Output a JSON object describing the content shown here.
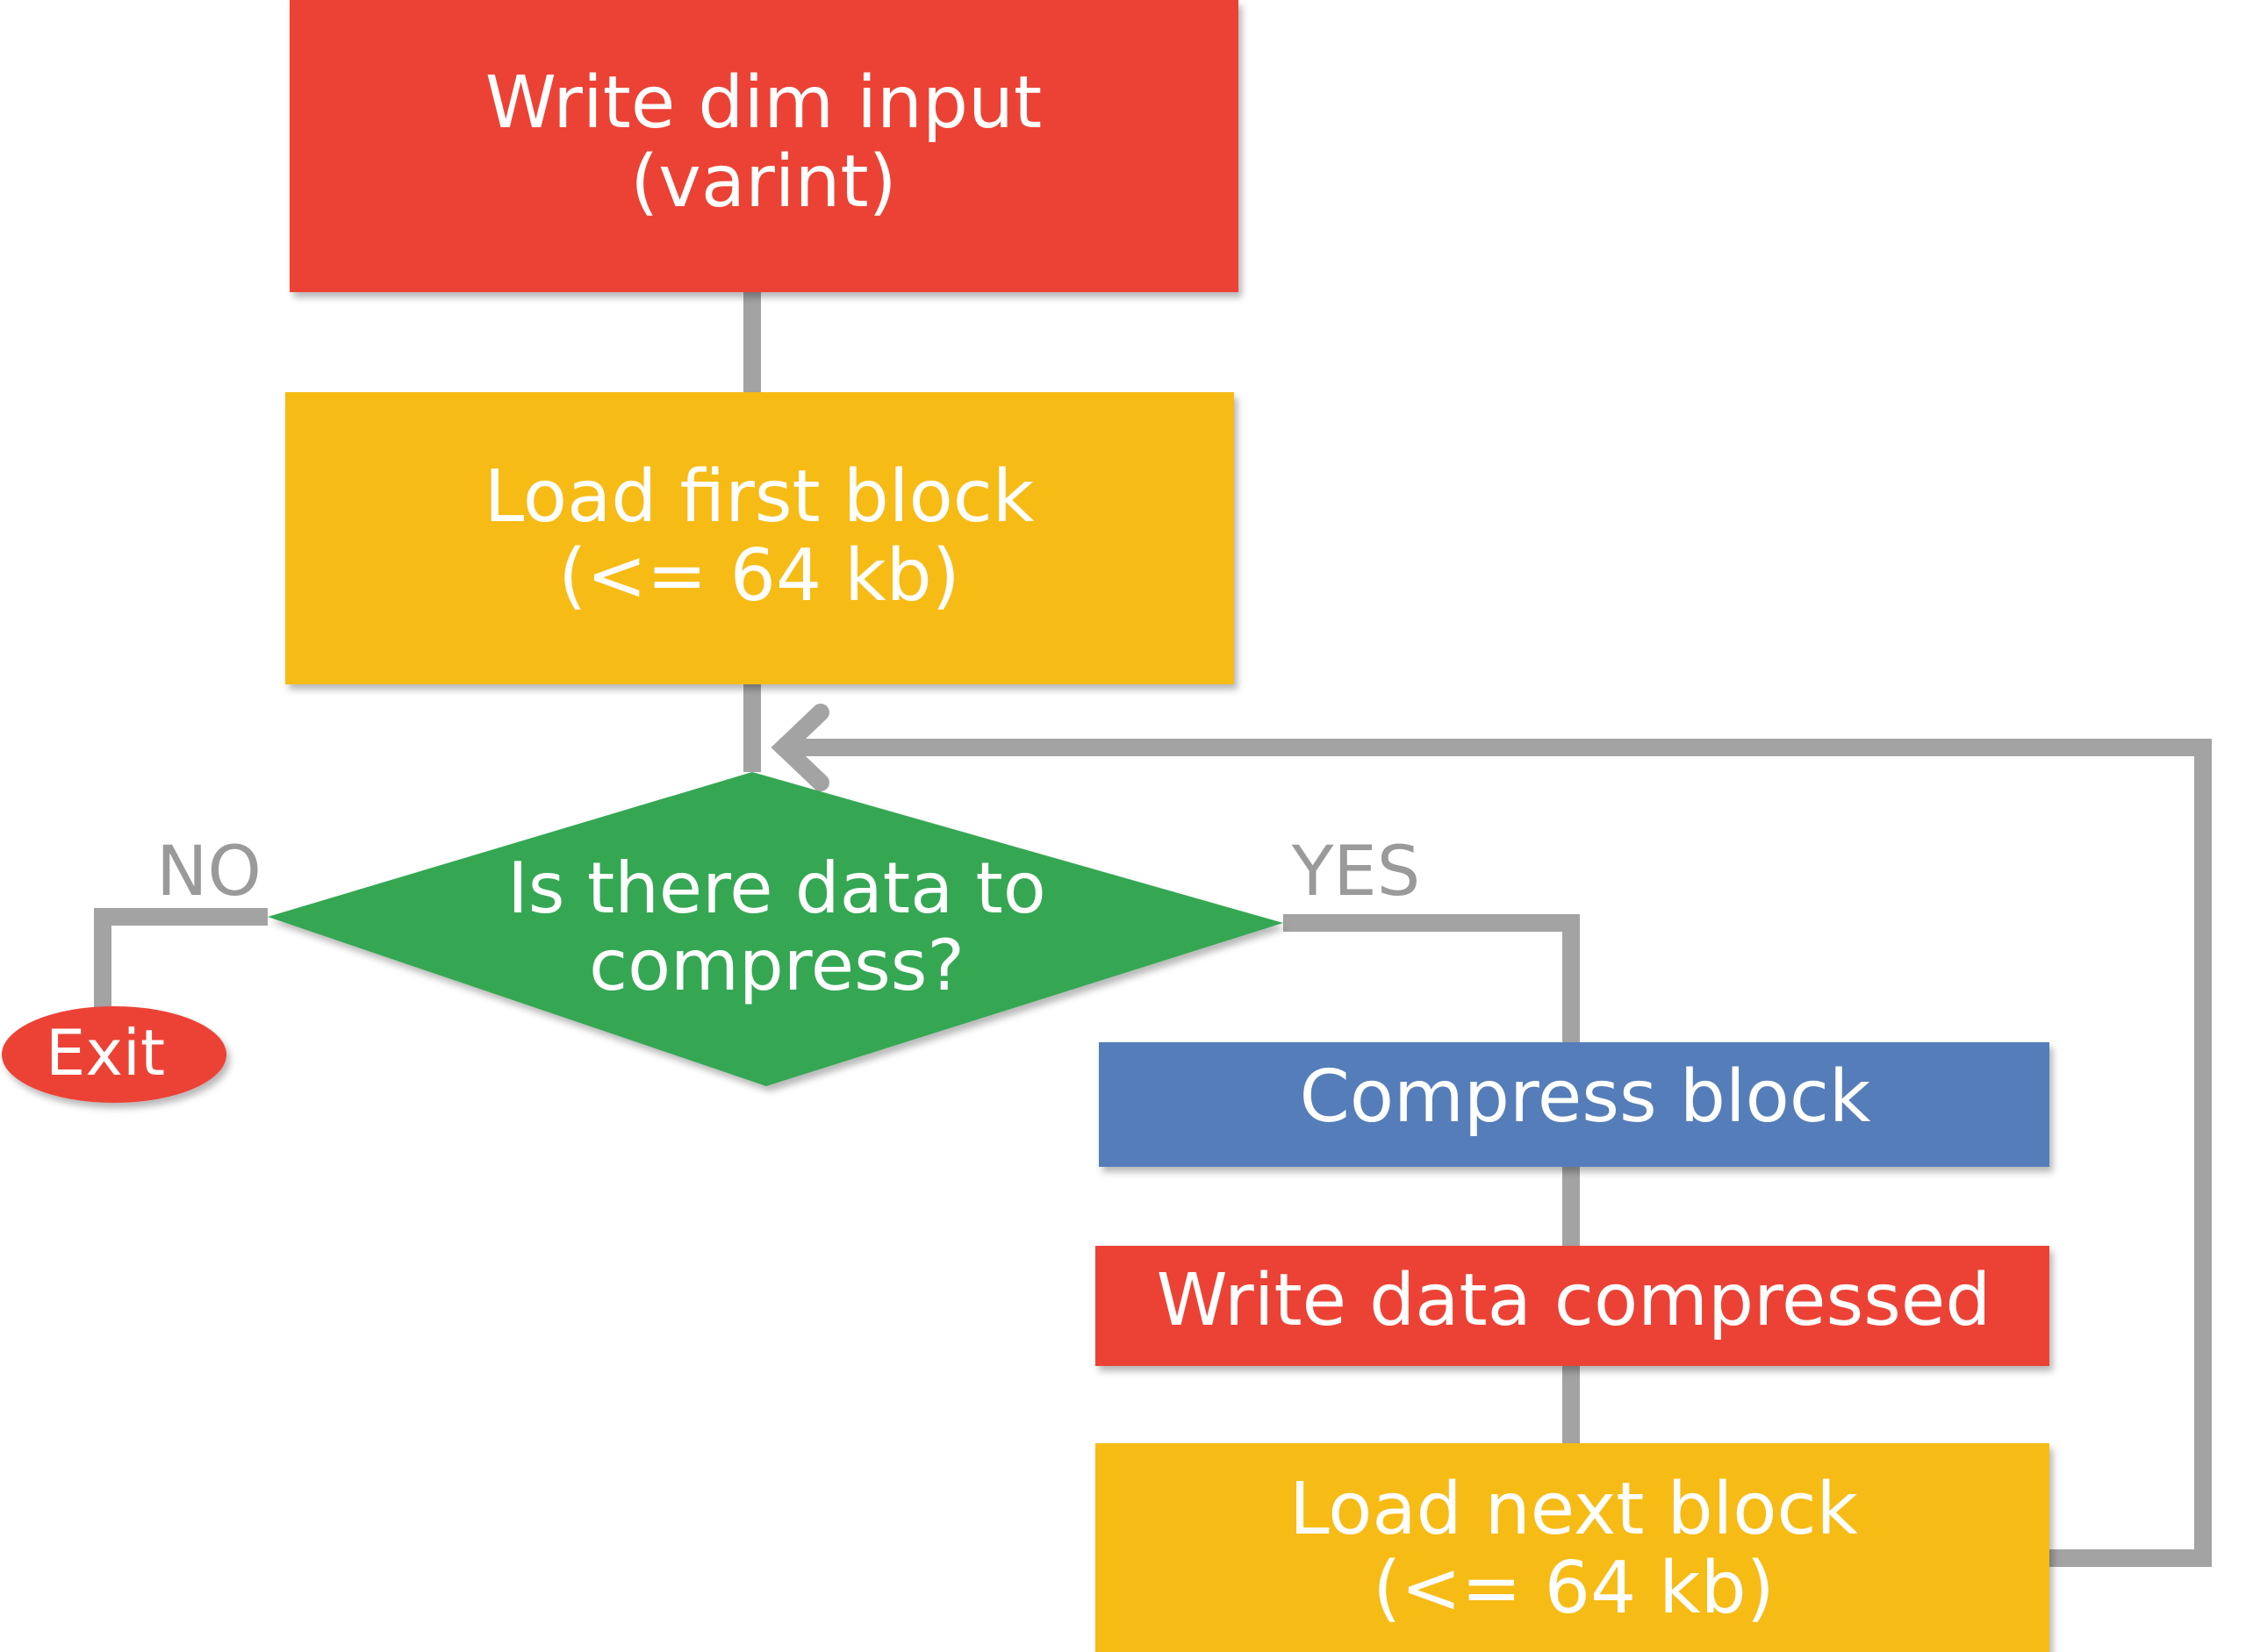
{
  "diagram": {
    "colors": {
      "red": "#ec4236",
      "yellow": "#f7bb19",
      "green": "#34a752",
      "blue": "#557db9",
      "connector": "#a3a3a3",
      "label": "#9a9a9a",
      "text": "#ffffff"
    },
    "nodes": {
      "write_dim": {
        "line1": "Write dim input",
        "line2": "(varint)"
      },
      "load_first": {
        "line1": "Load first block",
        "line2": "(<= 64 kb)"
      },
      "decision": {
        "line1": "Is there data to",
        "line2": "compress?"
      },
      "exit": {
        "label": "Exit"
      },
      "compress": {
        "label": "Compress block"
      },
      "write_compressed": {
        "label": "Write data compressed"
      },
      "load_next": {
        "line1": "Load next block",
        "line2": "(<= 64 kb)"
      }
    },
    "branches": {
      "no": "NO",
      "yes": "YES"
    }
  }
}
